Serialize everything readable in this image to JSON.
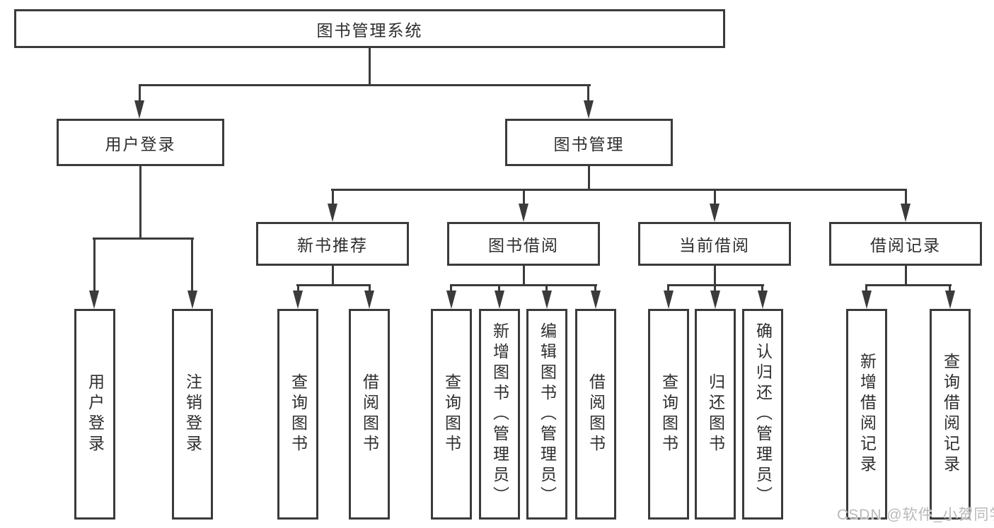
{
  "diagram": {
    "root": "图书管理系统",
    "nodes": {
      "user_login": {
        "label": "用户登录",
        "children": [
          "用户登录",
          "注销登录"
        ]
      },
      "book_mgmt": {
        "label": "图书管理"
      },
      "new_books": {
        "label": "新书推荐",
        "children": [
          "查询图书",
          "借阅图书"
        ]
      },
      "book_borrow": {
        "label": "图书借阅",
        "children": [
          "查询图书",
          "新增图书（管理员）",
          "编辑图书（管理员）",
          "借阅图书"
        ]
      },
      "current_borrow": {
        "label": "当前借阅",
        "children": [
          "查询图书",
          "归还图书",
          "确认归还（管理员）"
        ]
      },
      "borrow_records": {
        "label": "借阅记录",
        "children": [
          "新增借阅记录",
          "查询借阅记录"
        ]
      }
    },
    "watermark": "CSDN @软件_小贺同学",
    "colors": {
      "line": "#3b3b3b",
      "box_background": "#ffffff",
      "watermark_gray": "#b9b9b9"
    }
  }
}
